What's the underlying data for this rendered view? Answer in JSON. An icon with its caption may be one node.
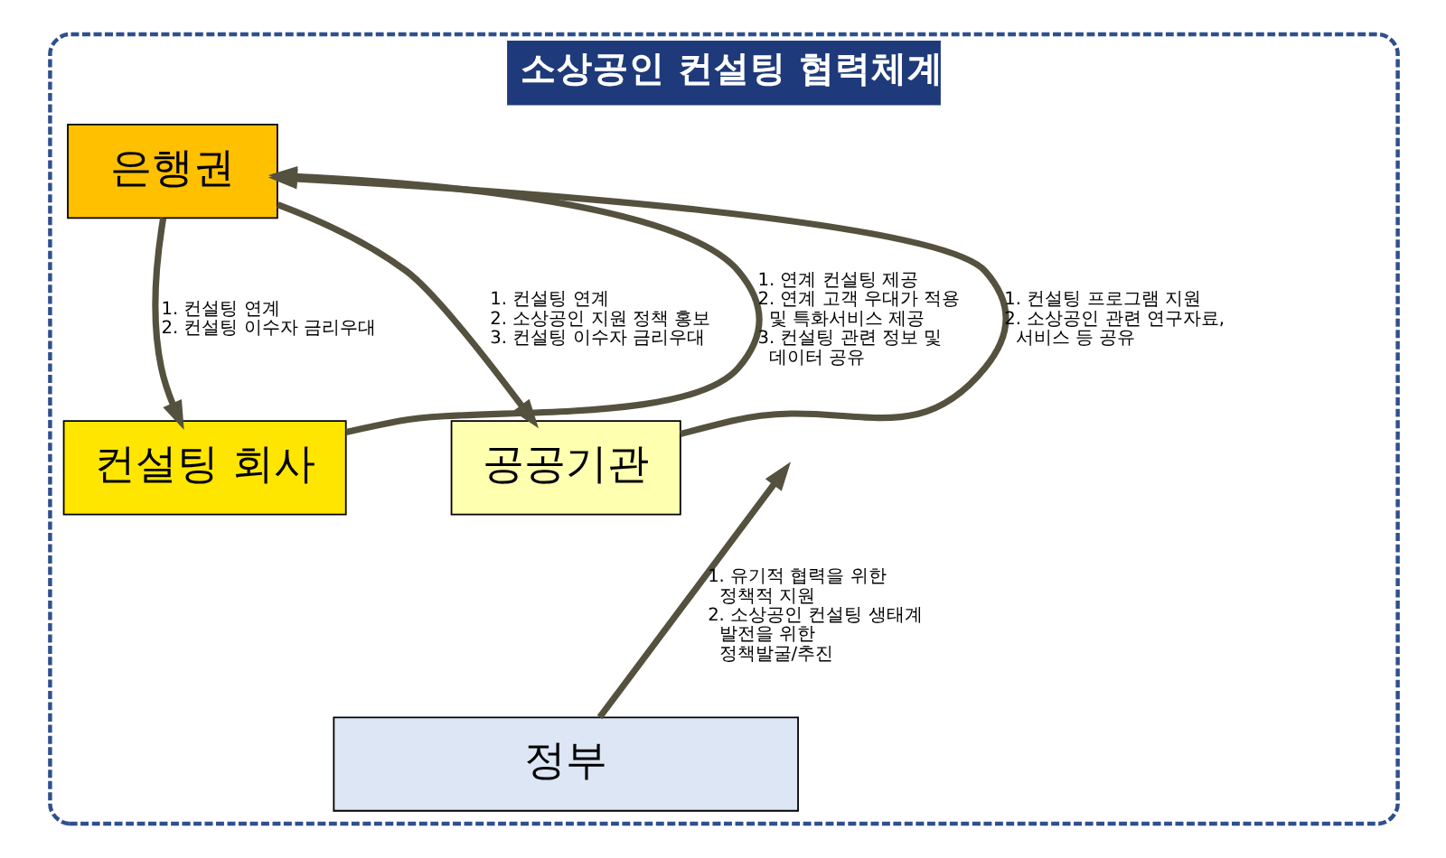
{
  "diagram": {
    "nodes": [
      {
        "text": [
          "소상공인 컨설팅 협력체계"
        ]
      },
      {
        "text": [
          "은행권"
        ],
        "in": 0
      },
      {
        "text": [
          "컨설팅 회사"
        ],
        "in": 0
      },
      {
        "text": [
          "공공기관"
        ],
        "in": 0
      },
      {
        "text": [
          "정부"
        ],
        "in": 0
      }
    ],
    "edges": [
      {
        "from": 2,
        "to": 1,
        "arrow": "to",
        "label": "1. 연계 컨설팅 제공 2. 연계 고객 우대가 적용 및 특화서비스 제공 3. 컨설팅 관련 정보 및 데이터 공유"
      },
      {
        "from": 1,
        "to": 2,
        "arrow": "to",
        "label": "1. 컨설팅 연계 2. 컨설팅 이수자 금리우대"
      },
      {
        "from": 3,
        "to": 1,
        "arrow": "to",
        "label": "1. 컨설팅 프로그램 지원 2. 소상공인 관련 연구자료, 서비스 등 공유"
      },
      {
        "from": 1,
        "to": 3,
        "arrow": "to",
        "label": "1. 컨설팅 연계 2. 소상공인 지원 정책 홍보 3. 컨설팅 이수자 금리우대"
      },
      {
        "from": 4,
        "to": null,
        "arrow": "to",
        "label": "1. 유기적 협력을 위한 정책적 지원 2. 소상공인 컨설팅 생태계 발전을 위한 정책발굴/추진"
      }
    ]
  }
}
